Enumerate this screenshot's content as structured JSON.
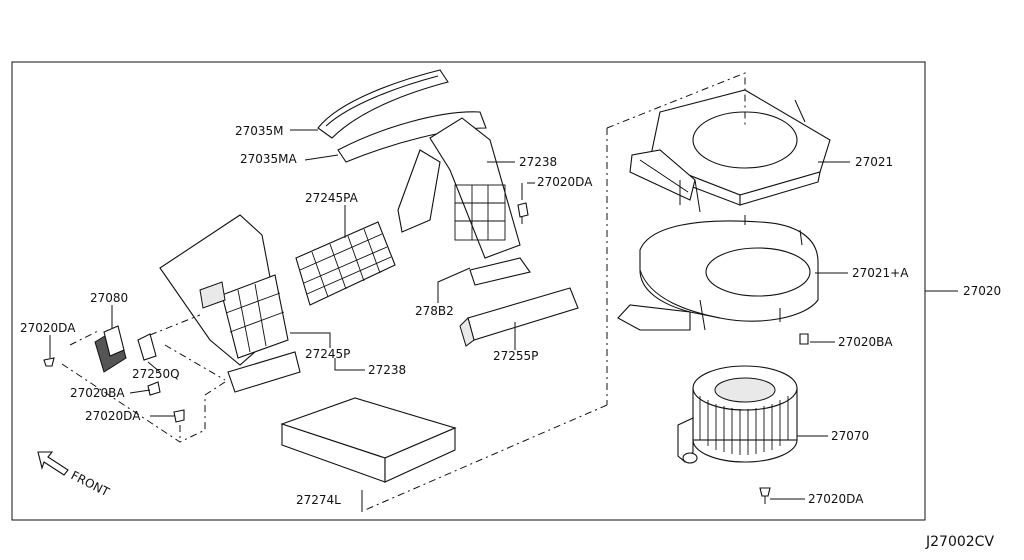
{
  "diagram_code": "J27002CV",
  "front_label": "FRONT",
  "parts": [
    {
      "id": "p-27035M",
      "label": "27035M"
    },
    {
      "id": "p-27035MA",
      "label": "27035MA"
    },
    {
      "id": "p-27238-top",
      "label": "27238"
    },
    {
      "id": "p-27020DA-top",
      "label": "27020DA"
    },
    {
      "id": "p-27021",
      "label": "27021"
    },
    {
      "id": "p-27245PA",
      "label": "27245PA"
    },
    {
      "id": "p-27021A",
      "label": "27021+A"
    },
    {
      "id": "p-27020",
      "label": "27020"
    },
    {
      "id": "p-27080",
      "label": "27080"
    },
    {
      "id": "p-278B2",
      "label": "278B2"
    },
    {
      "id": "p-27020DA-left",
      "label": "27020DA"
    },
    {
      "id": "p-27245P",
      "label": "27245P"
    },
    {
      "id": "p-27020BA-right",
      "label": "27020BA"
    },
    {
      "id": "p-27255P",
      "label": "27255P"
    },
    {
      "id": "p-27238-bottom",
      "label": "27238"
    },
    {
      "id": "p-27250Q",
      "label": "27250Q"
    },
    {
      "id": "p-27020BA-left",
      "label": "27020BA"
    },
    {
      "id": "p-27020DA-lower",
      "label": "27020DA"
    },
    {
      "id": "p-27070",
      "label": "27070"
    },
    {
      "id": "p-27274L",
      "label": "27274L"
    },
    {
      "id": "p-27020DA-bottom",
      "label": "27020DA"
    }
  ]
}
